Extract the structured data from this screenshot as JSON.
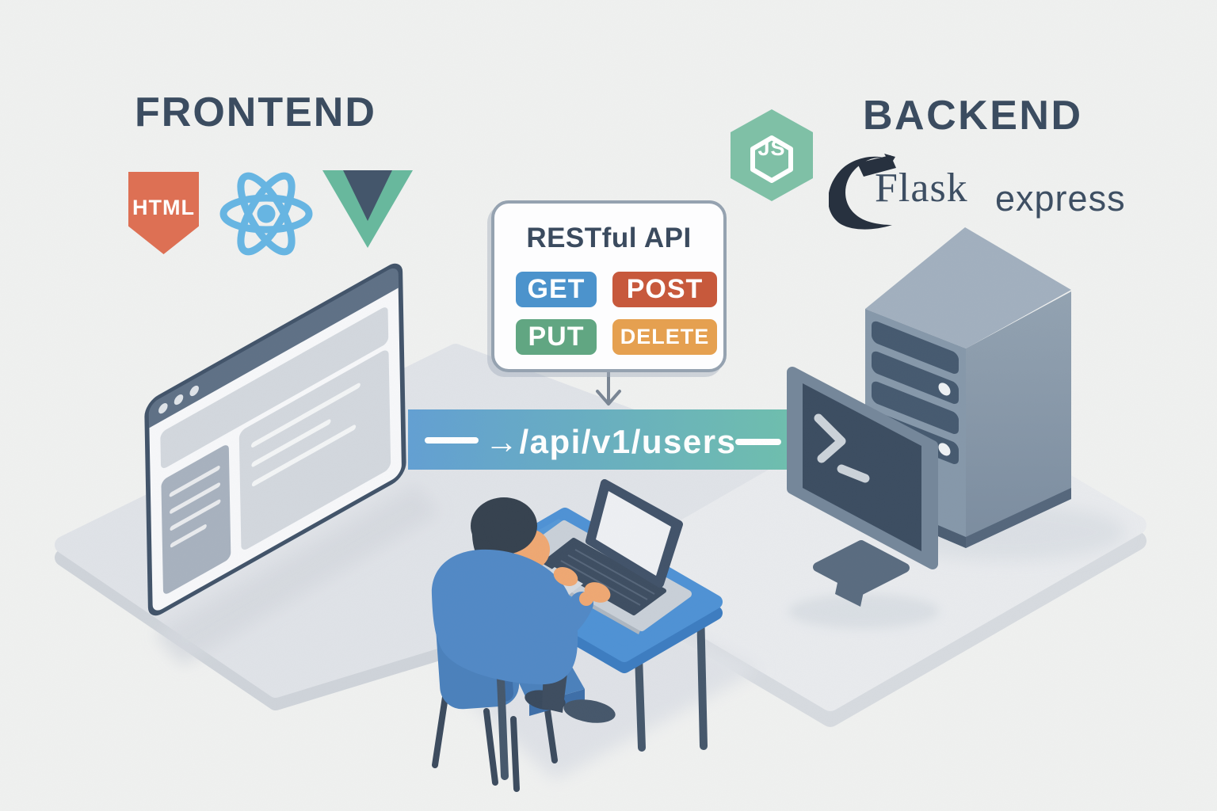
{
  "frontend": {
    "title": "FRONTEND",
    "logos": {
      "html": {
        "label": "HTML",
        "color": "#dd7054"
      },
      "react": {
        "name": "react-atom-logo",
        "color": "#67b5e2"
      },
      "vue": {
        "name": "vue-chevron-logo",
        "outer": "#68b89d",
        "inner": "#44566b"
      }
    }
  },
  "backend": {
    "title": "BACKEND",
    "logos": {
      "node": {
        "label": "JS",
        "color": "#7fc0a6"
      },
      "flask": {
        "label": "Flask"
      },
      "express": {
        "label": "express"
      }
    }
  },
  "api_box": {
    "title": "RESTful API",
    "methods": [
      {
        "label": "GET",
        "color": "#4c93cc"
      },
      {
        "label": "POST",
        "color": "#c7593c"
      },
      {
        "label": "PUT",
        "color": "#61a682"
      },
      {
        "label": "DELETE",
        "color": "#e5a050"
      }
    ]
  },
  "request_flow": {
    "left_dash": "—",
    "arrow": "→",
    "path": "/api/v1/users",
    "right_dash": "—",
    "gradient_from": "#63a0d3",
    "gradient_to": "#6fbfae"
  },
  "icons": {
    "terminal_prompt": ">_",
    "browser_window_dots": "•••",
    "flow_down_arrow": "↓"
  }
}
